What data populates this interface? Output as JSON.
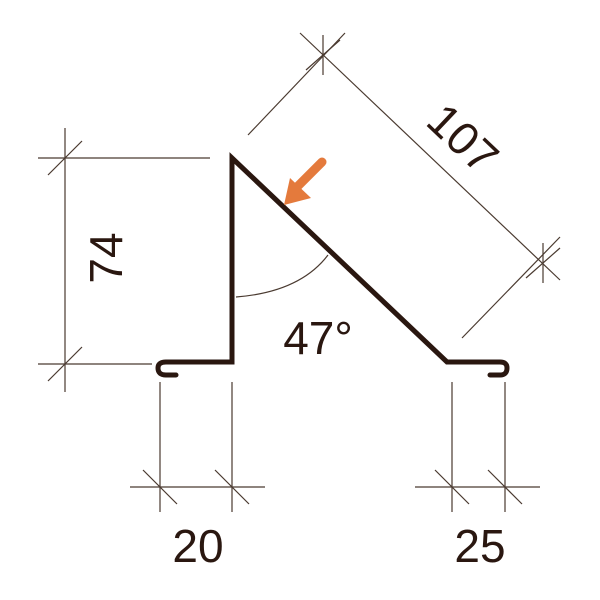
{
  "dimensions": {
    "height": "74",
    "slope_length": "107",
    "angle": "47°",
    "left_flange": "20",
    "right_flange": "25"
  },
  "colors": {
    "profile": "#2a1710",
    "dimension_lines": "#4a3a30",
    "arrow": "#e47a3c"
  },
  "icons": {
    "arrow": "arrow-down-left-icon"
  }
}
